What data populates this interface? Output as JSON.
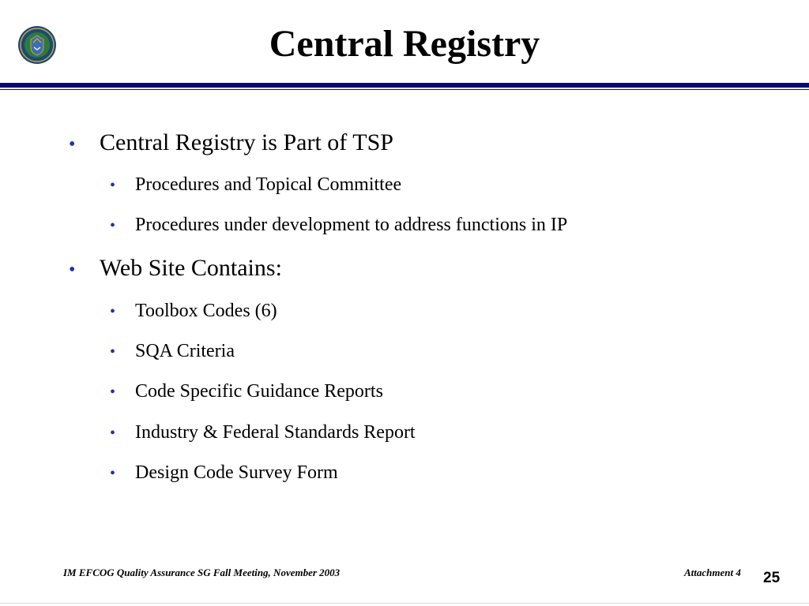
{
  "slide": {
    "title": "Central Registry",
    "logo_icon": "doe-seal-icon",
    "bullet_glyph": "•",
    "items": [
      {
        "level": 1,
        "text": "Central Registry is Part of TSP"
      },
      {
        "level": 2,
        "text": "Procedures and Topical Committee"
      },
      {
        "level": 2,
        "text": "Procedures under development to address functions in IP"
      },
      {
        "level": 1,
        "text": "Web Site Contains:"
      },
      {
        "level": 2,
        "text": "Toolbox Codes (6)"
      },
      {
        "level": 2,
        "text": "SQA Criteria"
      },
      {
        "level": 2,
        "text": "Code Specific Guidance Reports"
      },
      {
        "level": 2,
        "text": "Industry & Federal Standards Report"
      },
      {
        "level": 2,
        "text": "Design Code Survey Form"
      }
    ]
  },
  "footer": {
    "meeting": "IM EFCOG Quality Assurance SG Fall Meeting, November 2003",
    "attachment": "Attachment 4",
    "page_number": "25"
  },
  "colors": {
    "header_rule": "#0a0a6e",
    "bullet": "#1f33a6",
    "text": "#000000",
    "seal_blue": "#1a4a7a",
    "seal_green": "#2f7a3a",
    "seal_gold": "#c9a23a"
  }
}
